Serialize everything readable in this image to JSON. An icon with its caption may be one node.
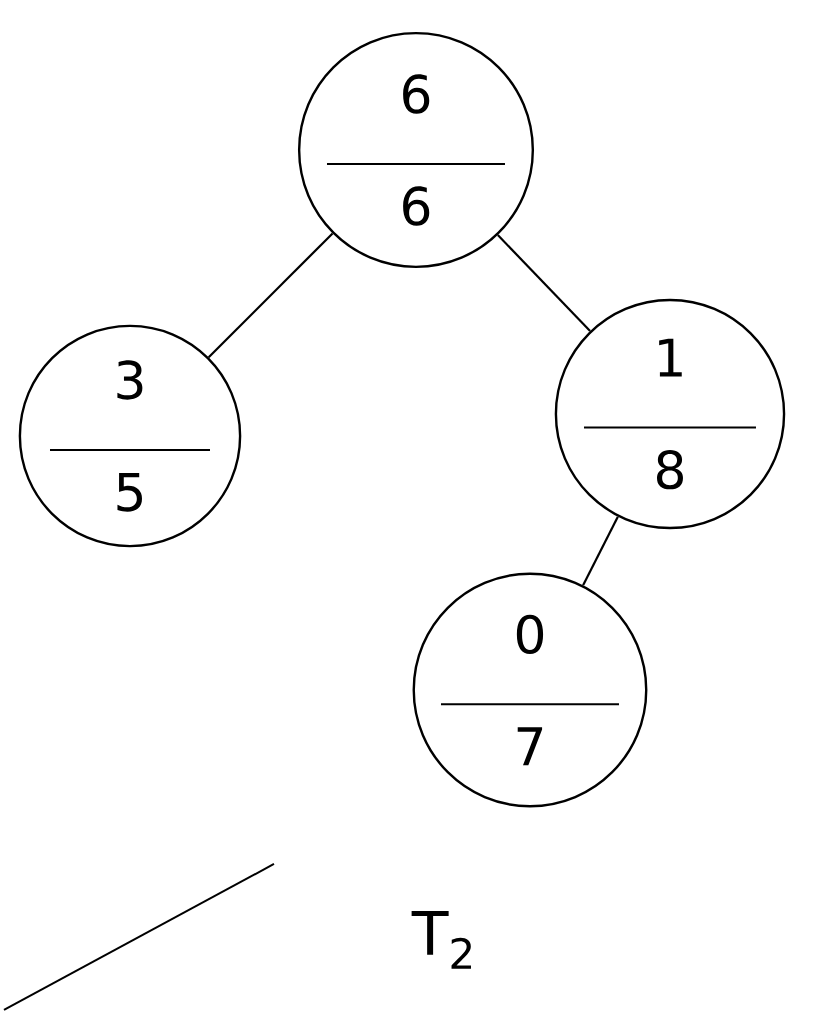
{
  "diagram": {
    "nodes": [
      {
        "text": [
          "6",
          "6"
        ]
      },
      {
        "text": [
          "3",
          "5"
        ]
      },
      {
        "text": [
          "1",
          "8"
        ]
      },
      {
        "text": [
          "0",
          "7"
        ]
      }
    ],
    "edges": [
      {
        "from": 0,
        "to": 1,
        "arrow": "none"
      },
      {
        "from": 0,
        "to": 2,
        "arrow": "none"
      },
      {
        "from": 2,
        "to": 3,
        "arrow": "none"
      }
    ],
    "labels": [
      "T$_{2}$"
    ]
  }
}
